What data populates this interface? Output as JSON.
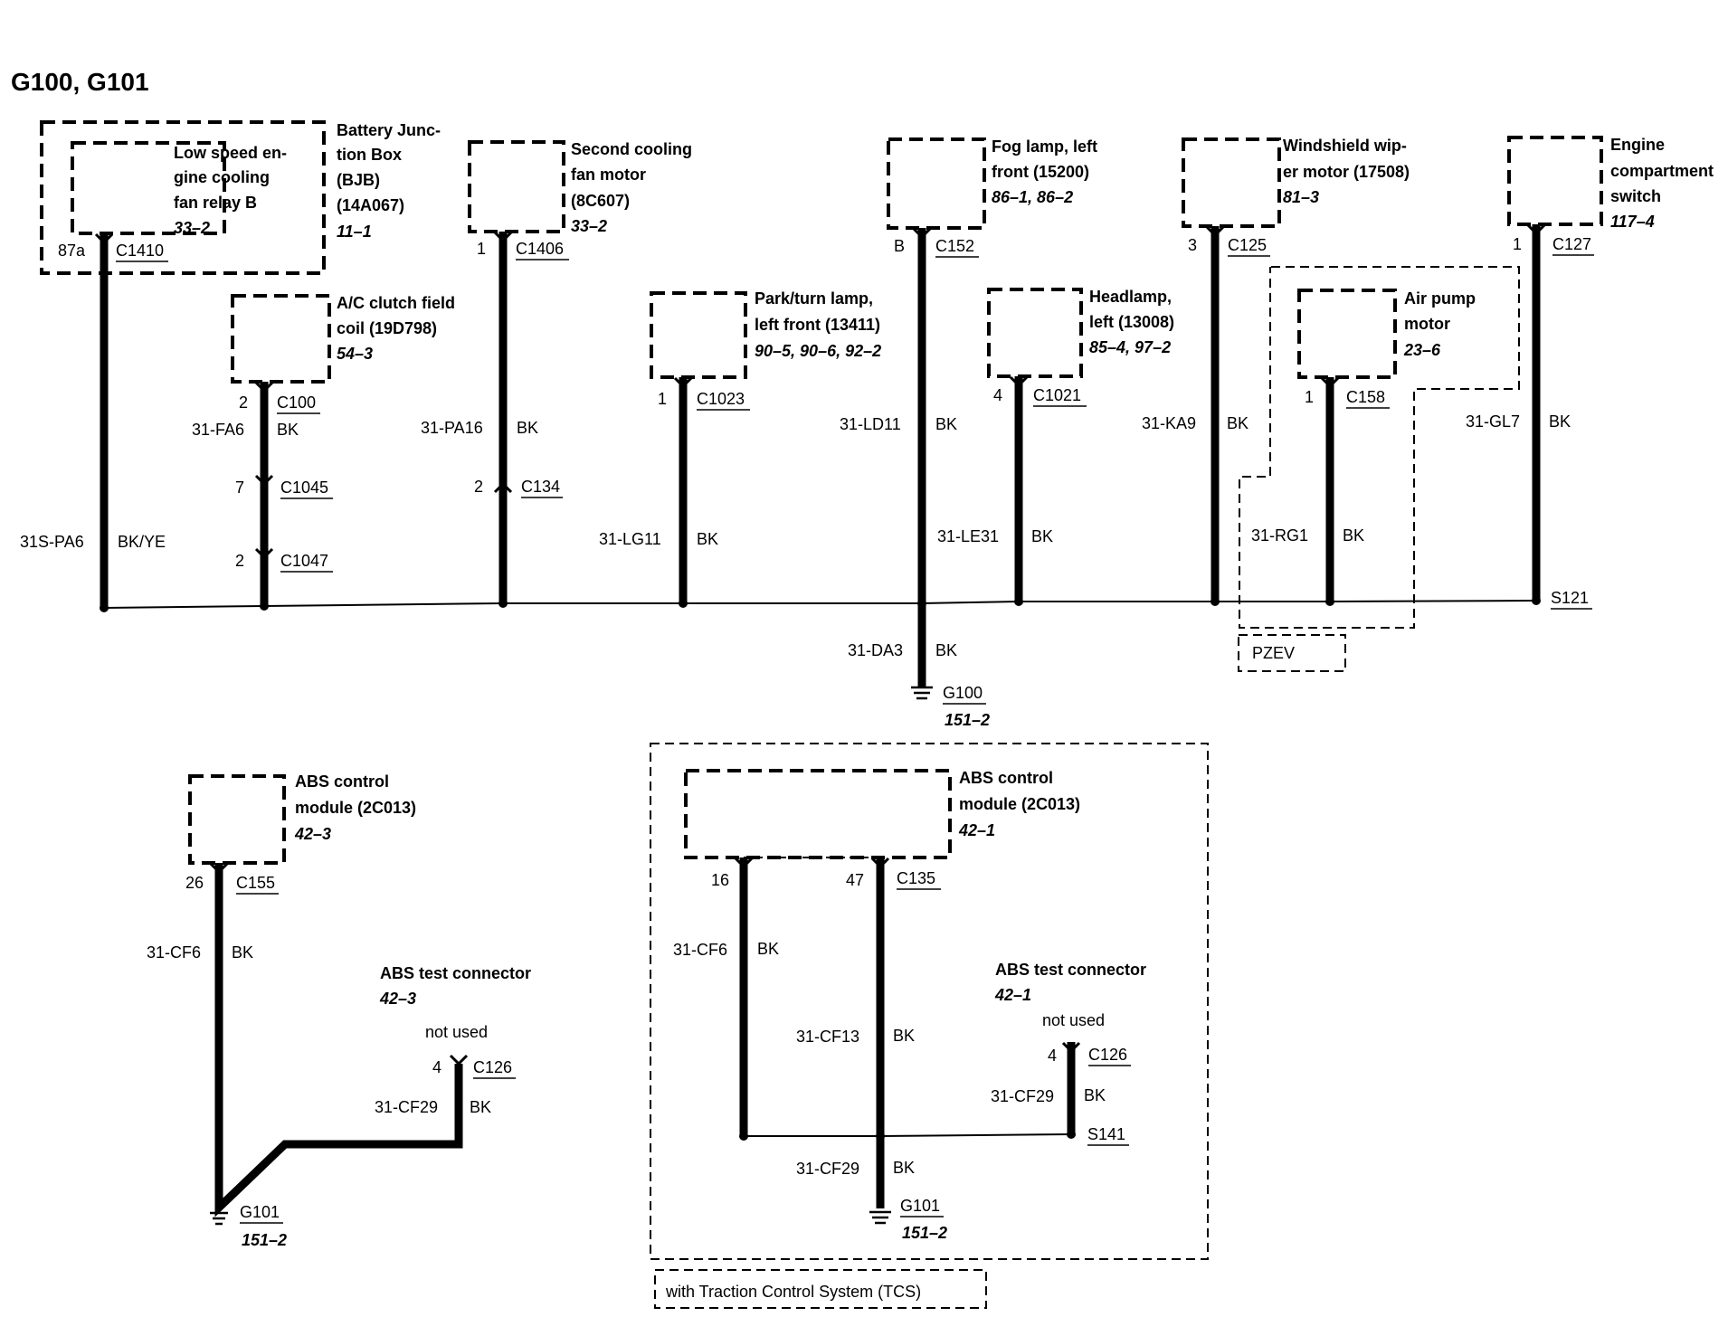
{
  "title": "G100, G101",
  "components": {
    "bjb": [
      "Battery Junc-",
      "tion Box",
      "(BJB)",
      "(14A067)"
    ],
    "bjb_ref": "11–1",
    "relay": [
      "Low speed en-",
      "gine cooling",
      "fan relay B"
    ],
    "relay_ref": "33–2",
    "ac_clutch": [
      "A/C clutch field",
      "coil (19D798)"
    ],
    "ac_clutch_ref": "54–3",
    "second_fan": [
      "Second cooling",
      "fan motor",
      "(8C607)"
    ],
    "second_fan_ref": "33–2",
    "park_lamp": [
      "Park/turn lamp,",
      "left front (13411)"
    ],
    "park_lamp_ref": "90–5, 90–6, 92–2",
    "fog_lamp": [
      "Fog lamp, left",
      "front (15200)"
    ],
    "fog_lamp_ref": "86–1, 86–2",
    "headlamp": [
      "Headlamp,",
      "left (13008)"
    ],
    "headlamp_ref": "85–4, 97–2",
    "wiper": [
      "Windshield wip-",
      "er motor (17508)"
    ],
    "wiper_ref": "81–3",
    "air_pump": [
      "Air pump",
      "motor"
    ],
    "air_pump_ref": "23–6",
    "engine_switch": [
      "Engine",
      "compartment",
      "switch"
    ],
    "engine_switch_ref": "117–4",
    "abs_left": [
      "ABS control",
      "module (2C013)"
    ],
    "abs_left_ref": "42–3",
    "abs_right": [
      "ABS control",
      "module (2C013)"
    ],
    "abs_right_ref": "42–1",
    "abs_test_left": "ABS test connector",
    "abs_test_left_ref": "42–3",
    "abs_test_right": "ABS test connector",
    "abs_test_right_ref": "42–1",
    "not_used": "not used"
  },
  "connectors": {
    "c1410": "C1410",
    "c100": "C100",
    "c1045": "C1045",
    "c1047": "C1047",
    "c1406": "C1406",
    "c134": "C134",
    "c1023": "C1023",
    "c152": "C152",
    "c1021": "C1021",
    "c125": "C125",
    "c158": "C158",
    "c127": "C127",
    "c155": "C155",
    "c126a": "C126",
    "c135": "C135",
    "c126b": "C126"
  },
  "pins": {
    "p87a": "87a",
    "p2a": "2",
    "p7": "7",
    "p2b": "2",
    "p1a": "1",
    "p2c": "2",
    "p1b": "1",
    "pB": "B",
    "p4a": "4",
    "p3": "3",
    "p1c": "1",
    "p1d": "1",
    "p26": "26",
    "p4b": "4",
    "p16": "16",
    "p47": "47",
    "p4c": "4"
  },
  "circuits": {
    "w_31spa6": "31S-PA6",
    "c_bkye": "BK/YE",
    "w_31fa6": "31-FA6",
    "c_fa6": "BK",
    "w_31pa16": "31-PA16",
    "c_pa16": "BK",
    "w_31lg11": "31-LG11",
    "c_lg11": "BK",
    "w_31ld11": "31-LD11",
    "c_ld11": "BK",
    "w_31le31": "31-LE31",
    "c_le31": "BK",
    "w_31ka9": "31-KA9",
    "c_ka9": "BK",
    "w_31rg1": "31-RG1",
    "c_rg1": "BK",
    "w_31gl7": "31-GL7",
    "c_gl7": "BK",
    "w_31da3": "31-DA3",
    "c_da3": "BK",
    "w_31cf6a": "31-CF6",
    "c_cf6a": "BK",
    "w_31cf29a": "31-CF29",
    "c_cf29a": "BK",
    "w_31cf6b": "31-CF6",
    "c_cf6b": "BK",
    "w_31cf13": "31-CF13",
    "c_cf13": "BK",
    "w_31cf29b": "31-CF29",
    "c_cf29b": "BK",
    "w_31cf29c": "31-CF29",
    "c_cf29c": "BK"
  },
  "splices": {
    "s121": "S121",
    "s141": "S141"
  },
  "grounds": {
    "g100": "G100",
    "g100_ref": "151–2",
    "g101a": "G101",
    "g101a_ref": "151–2",
    "g101b": "G101",
    "g101b_ref": "151–2"
  },
  "options": {
    "pzev": "PZEV",
    "tcs": "with Traction Control System (TCS)"
  }
}
